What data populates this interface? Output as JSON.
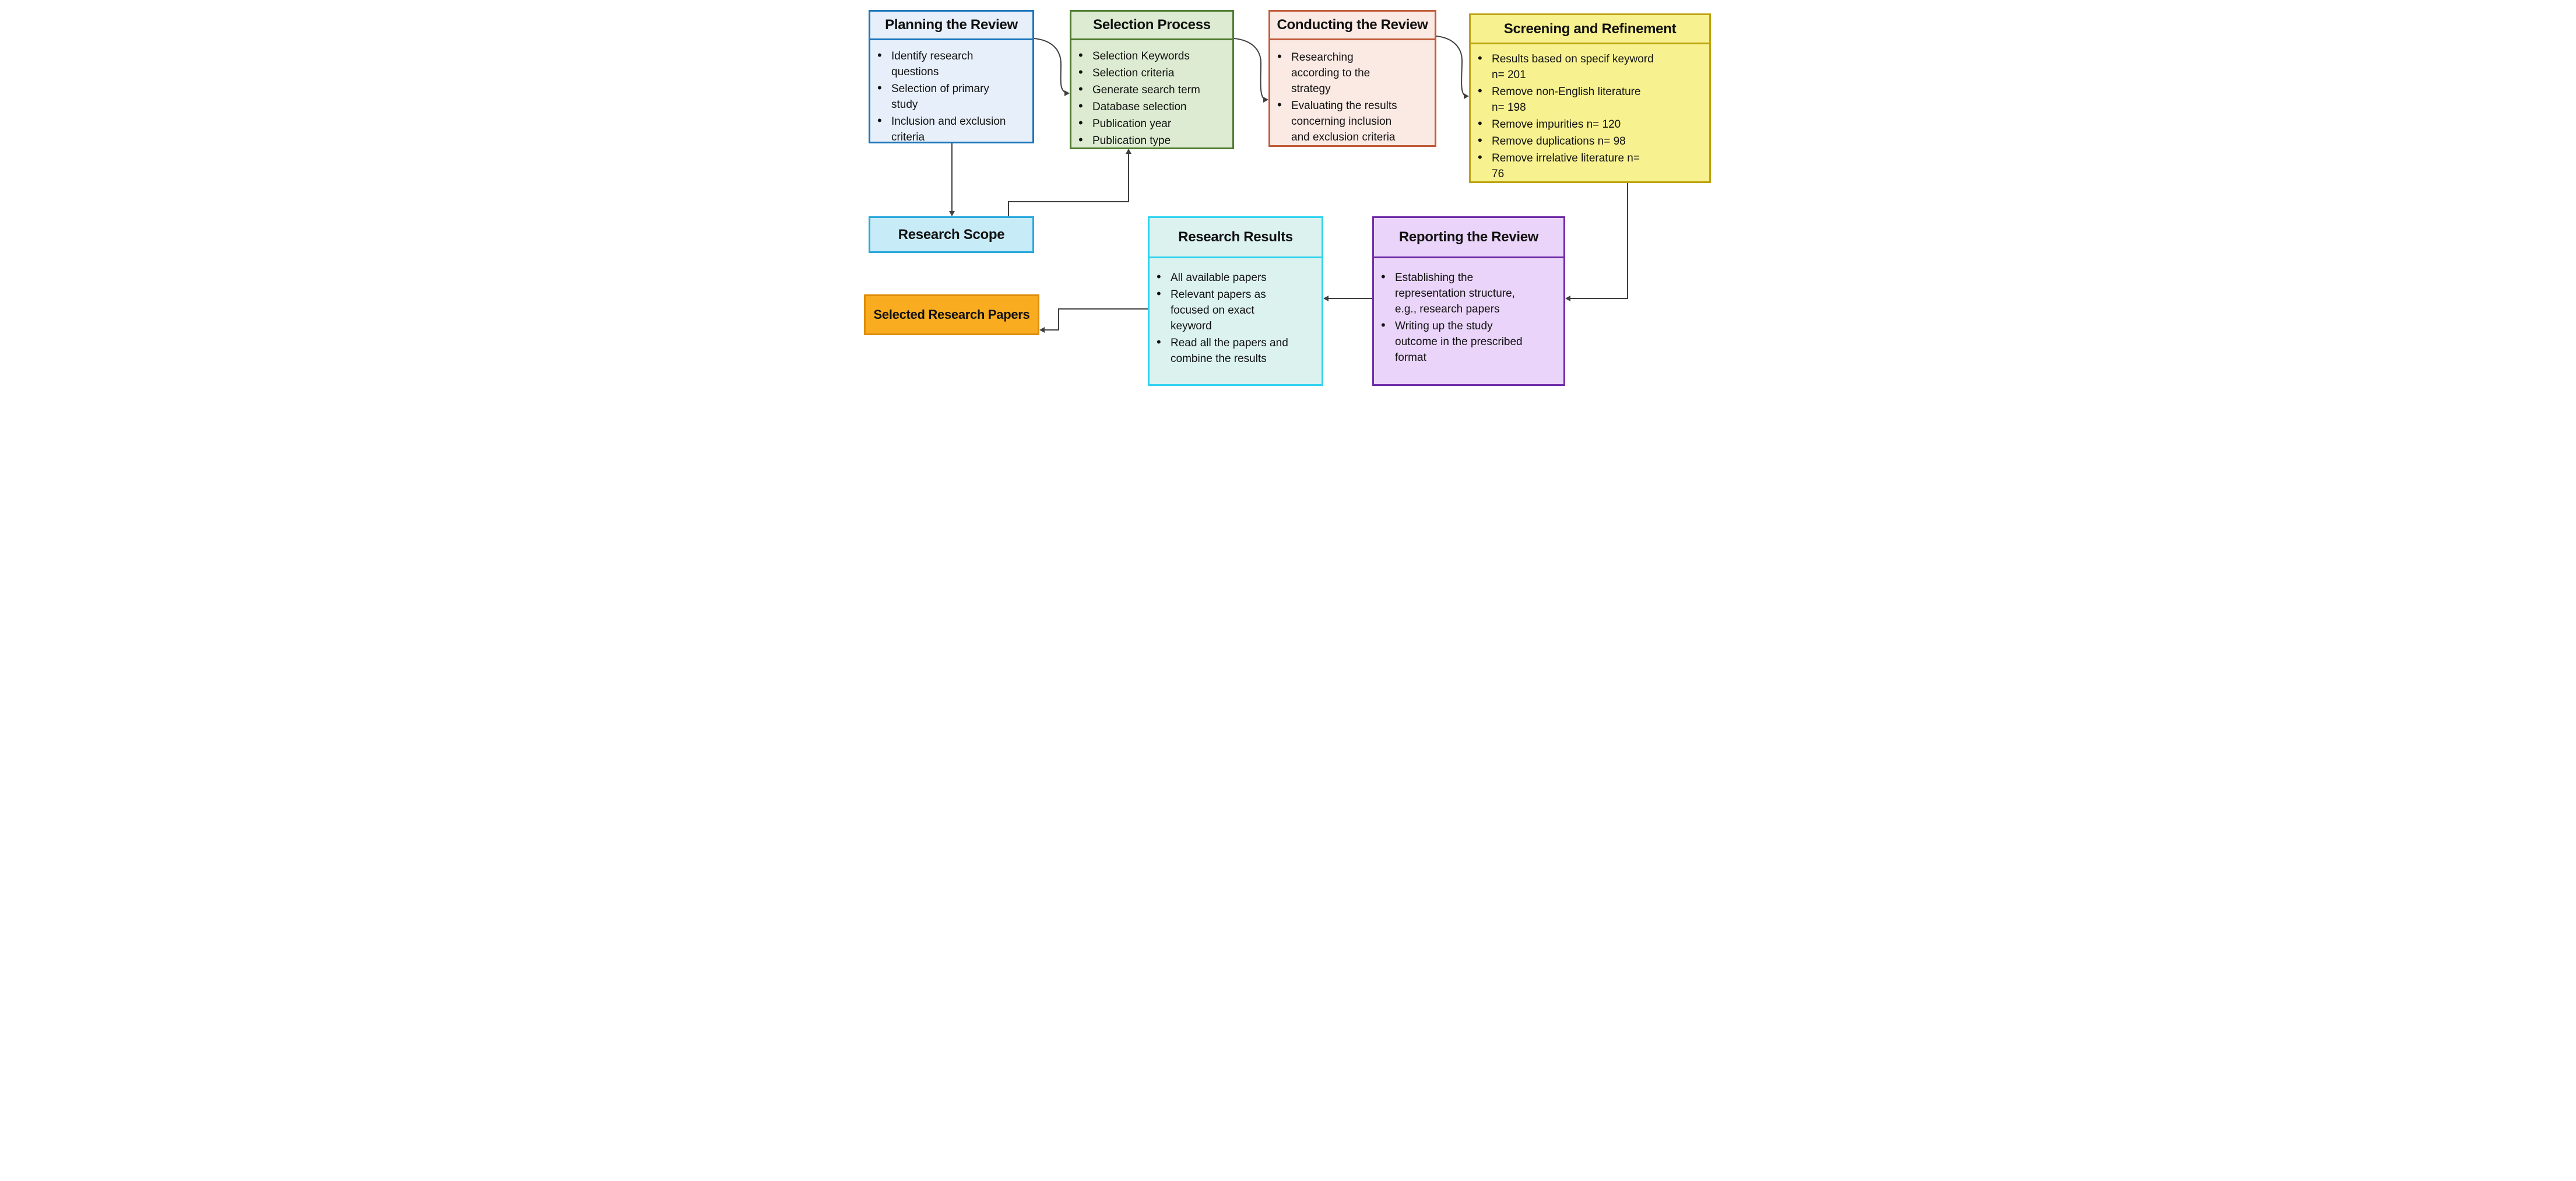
{
  "diagram": {
    "connector_color": "#404040",
    "nodes": [
      {
        "id": "planning",
        "title": "Planning the Review",
        "bullets": [
          "Identify research\nquestions",
          "Selection of primary\nstudy",
          "Inclusion and exclusion\ncriteria"
        ],
        "border_color": "#1b75bb",
        "fill_color": "#e7f0fa"
      },
      {
        "id": "selection",
        "title": "Selection Process",
        "bullets": [
          "Selection Keywords",
          "Selection criteria",
          "Generate search term",
          "Database selection",
          "Publication year",
          "Publication type"
        ],
        "border_color": "#4f7b30",
        "fill_color": "#dcebd1"
      },
      {
        "id": "conducting",
        "title": "Conducting the Review",
        "bullets": [
          "Researching\naccording to the\nstrategy",
          "Evaluating the results\nconcerning inclusion\nand exclusion criteria"
        ],
        "border_color": "#bf5b38",
        "fill_color": "#fbe9e3"
      },
      {
        "id": "screening",
        "title": "Screening and Refinement",
        "bullets": [
          "Results based on specif keyword\nn= 201",
          "Remove non-English literature\nn= 198",
          "Remove impurities n= 120",
          "Remove duplications n= 98",
          "Remove irrelative literature n=\n76"
        ],
        "border_color": "#bda411",
        "fill_color": "#f7f28f"
      },
      {
        "id": "research-scope",
        "title": "Research Scope",
        "bullets": [],
        "border_color": "#29a8dc",
        "fill_color": "#c7ebf7"
      },
      {
        "id": "research-results",
        "title": "Research Results",
        "bullets": [
          "All available papers",
          "Relevant papers as\nfocused on exact\nkeyword",
          "Read all the papers and\ncombine the results"
        ],
        "border_color": "#31d3f0",
        "fill_color": "#dcf2ee"
      },
      {
        "id": "reporting",
        "title": "Reporting the Review",
        "bullets": [
          "Establishing the\nrepresentation structure,\ne.g., research papers",
          "Writing up the study\noutcome in the prescribed\nformat"
        ],
        "border_color": "#6f2da8",
        "fill_color": "#ebd4f9"
      },
      {
        "id": "selected-papers",
        "title": "Selected Research Papers",
        "bullets": [],
        "border_color": "#de8d0c",
        "fill_color": "#f9ac20"
      }
    ]
  }
}
